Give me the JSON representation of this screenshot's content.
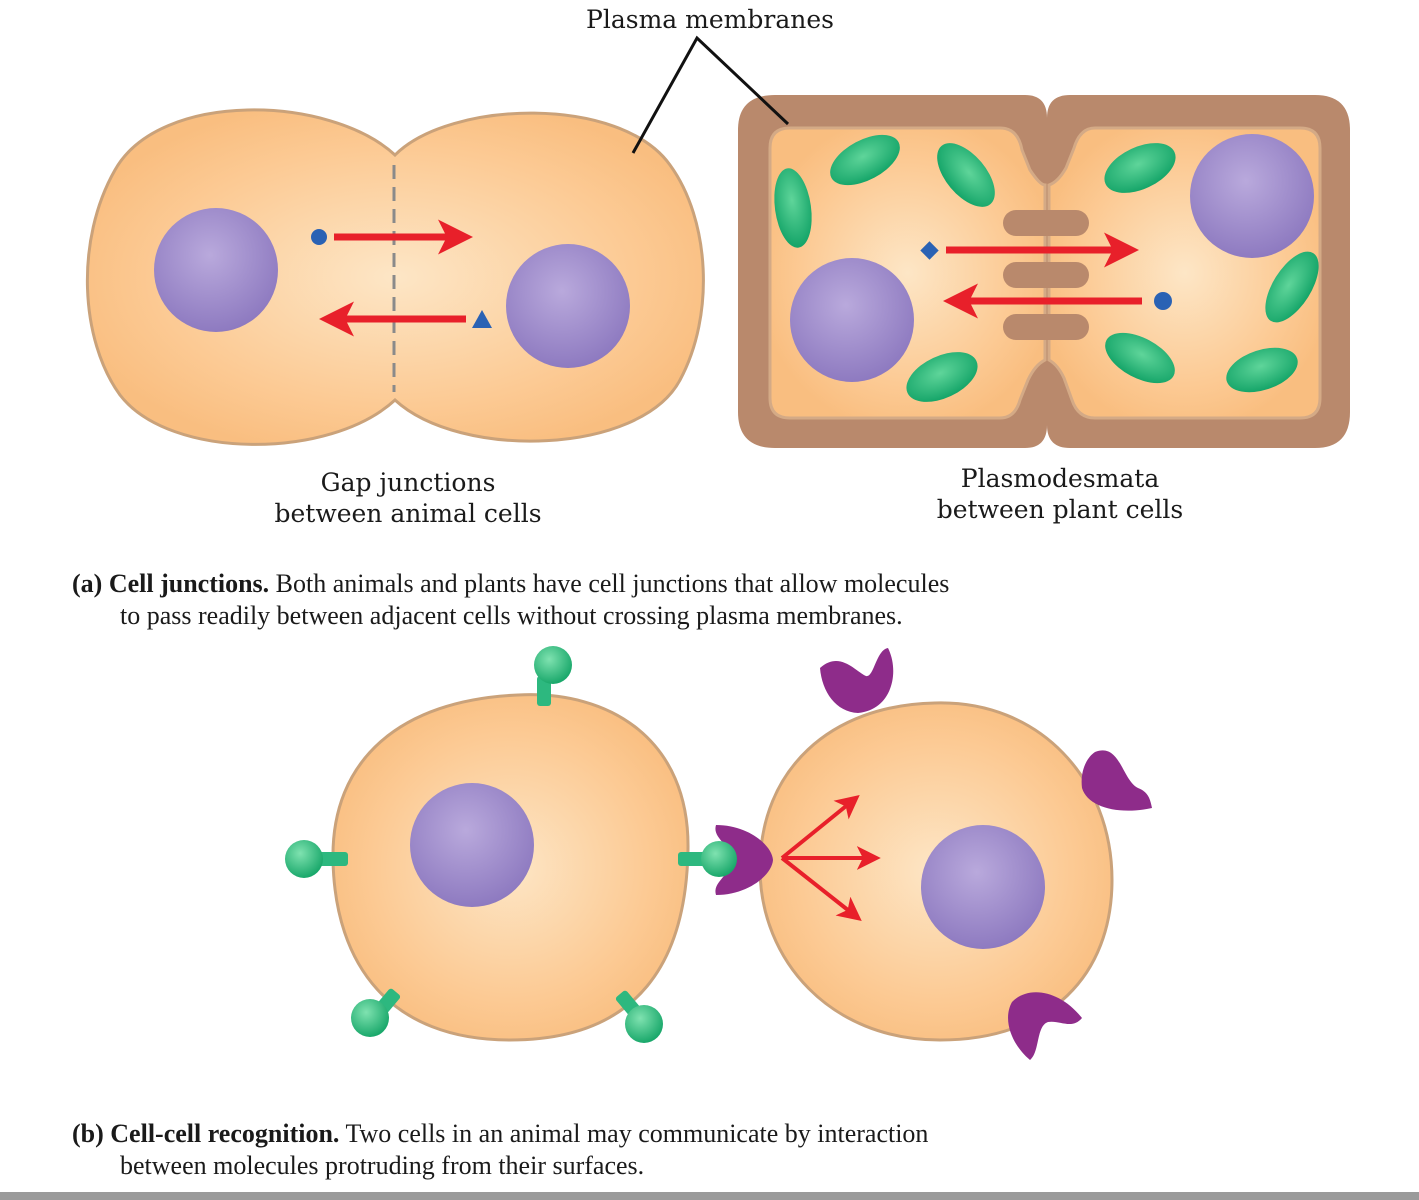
{
  "labels": {
    "plasma_membranes": "Plasma membranes",
    "gap_junctions_line1": "Gap junctions",
    "gap_junctions_line2": "between animal cells",
    "plasmodesmata_line1": "Plasmodesmata",
    "plasmodesmata_line2": "between plant cells"
  },
  "captions": {
    "a": {
      "tag": "(a)",
      "title": "Cell junctions.",
      "line1": "Both animals and plants have cell junctions that allow molecules",
      "line2": "to pass readily between adjacent cells without crossing plasma membranes."
    },
    "b": {
      "tag": "(b)",
      "title": "Cell-cell recognition.",
      "line1": "Two cells in an animal may communicate by interaction",
      "line2": "between molecules protruding from their surfaces."
    }
  },
  "colors": {
    "cytoplasm": "#fbc990",
    "membrane": "#cfa57e",
    "nucleus": "#9b86c6",
    "cell_wall": "#b9896c",
    "chloroplast": "#1faf72",
    "arrow": "#e8202a",
    "receptor": "#8e2c8a",
    "ligand": "#2db87f",
    "molecule": "#2a62b4"
  }
}
